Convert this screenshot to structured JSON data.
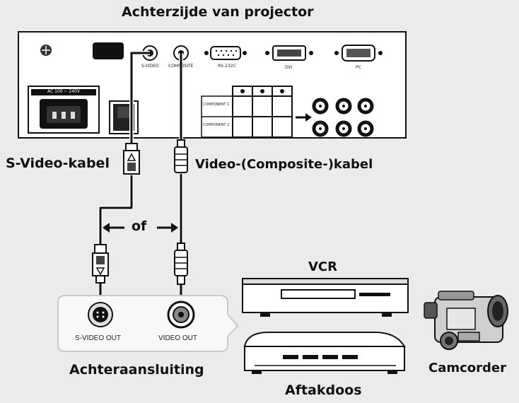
{
  "labels": {
    "title": "Achterzijde van projector",
    "svideo_cable": "S-Video-kabel",
    "video_cable": "Video-(Composite-)kabel",
    "or": "of",
    "vcr": "VCR",
    "rear_connection": "Achteraansluiting",
    "decoder": "Aftakdoos",
    "camcorder": "Camcorder"
  },
  "ports": {
    "ac": "AC 100 ~ 240V",
    "svideo": "S-VIDEO",
    "composite": "COMPOSITE",
    "rs232c": "RS-232C",
    "dvi": "DVI",
    "pc": "PC",
    "component1": "COMPONENT 1",
    "component2": "COMPONENT 2",
    "svideo_out": "S-VIDEO OUT",
    "video_out": "VIDEO OUT"
  },
  "colors": {
    "background": "#ebebeb",
    "panel": "#ffffff",
    "cable": "#111111",
    "grey_box": "#d8d8d8"
  }
}
